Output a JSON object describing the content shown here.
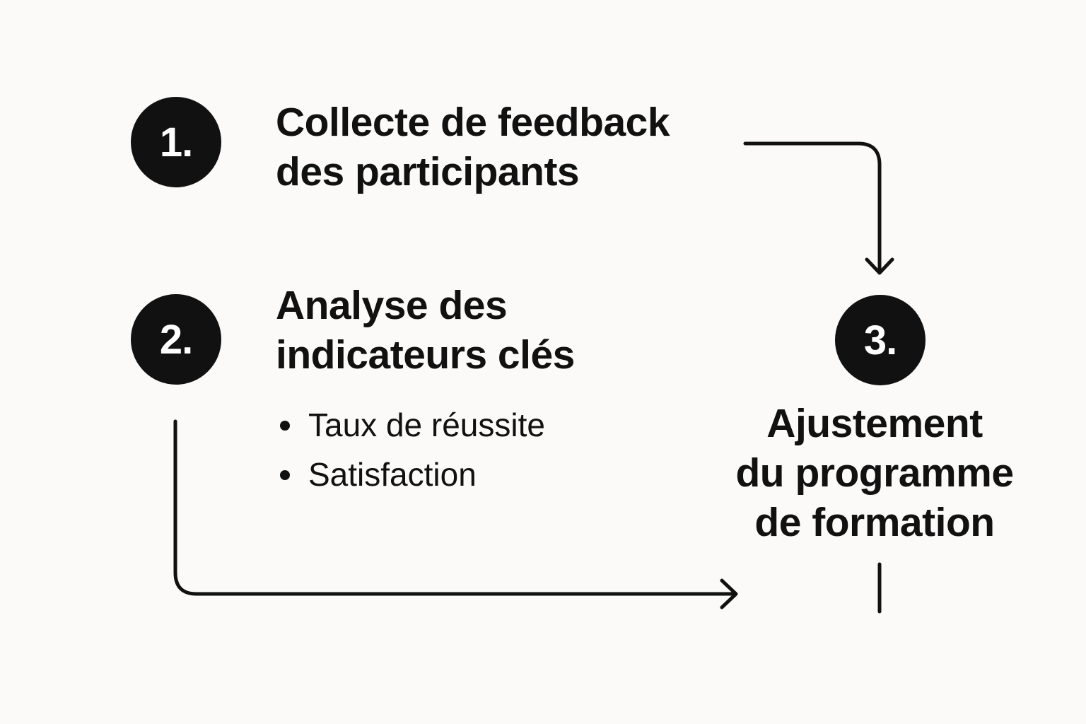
{
  "steps": [
    {
      "number": "1.",
      "title_lines": [
        "Collecte de feedback",
        "des participants"
      ]
    },
    {
      "number": "2.",
      "title_lines": [
        "Analyse des",
        "indicateurs clés"
      ],
      "bullets": [
        "Taux de réussite",
        "Satisfaction"
      ]
    },
    {
      "number": "3.",
      "title_lines": [
        "Ajustement",
        "du programme",
        "de formation"
      ]
    }
  ],
  "colors": {
    "background": "#fbfaf8",
    "ink": "#111111",
    "circle_text": "#ffffff"
  }
}
